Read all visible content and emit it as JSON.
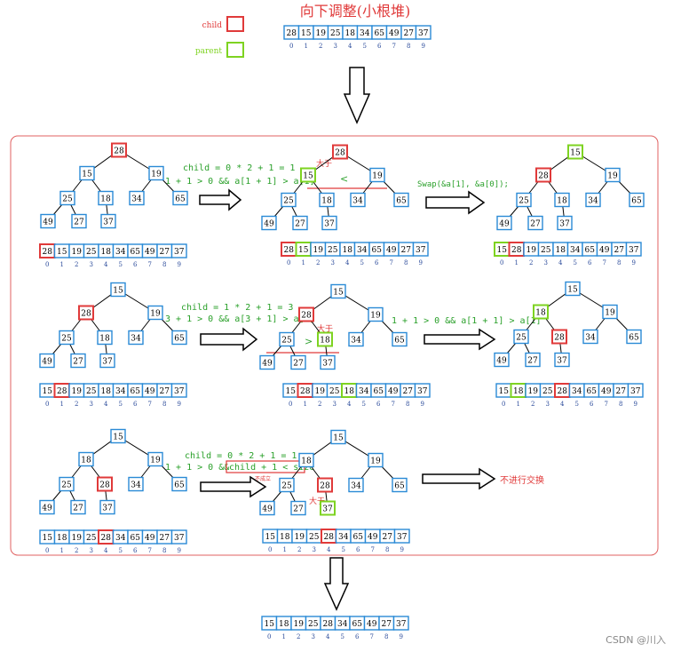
{
  "title": "向下调整(小根堆)",
  "legend": {
    "child": "child",
    "parent": "parent"
  },
  "indices": [
    "0",
    "1",
    "2",
    "3",
    "4",
    "5",
    "6",
    "7",
    "8",
    "9"
  ],
  "top_array": [
    "28",
    "15",
    "19",
    "25",
    "18",
    "34",
    "65",
    "49",
    "27",
    "37"
  ],
  "bottom_array": [
    "15",
    "18",
    "19",
    "25",
    "28",
    "34",
    "65",
    "49",
    "27",
    "37"
  ],
  "panels": [
    {
      "tree": [
        "28",
        "15",
        "19",
        "25",
        "18",
        "34",
        "65",
        "49",
        "27",
        "37"
      ],
      "array": [
        "28",
        "15",
        "19",
        "25",
        "18",
        "34",
        "65",
        "49",
        "27",
        "37"
      ]
    },
    {
      "tree": [
        "28",
        "15",
        "19",
        "25",
        "18",
        "34",
        "65",
        "49",
        "27",
        "37"
      ],
      "array": [
        "28",
        "15",
        "19",
        "25",
        "18",
        "34",
        "65",
        "49",
        "27",
        "37"
      ]
    },
    {
      "tree": [
        "15",
        "28",
        "19",
        "25",
        "18",
        "34",
        "65",
        "49",
        "27",
        "37"
      ],
      "array": [
        "15",
        "28",
        "19",
        "25",
        "18",
        "34",
        "65",
        "49",
        "27",
        "37"
      ]
    },
    {
      "tree": [
        "15",
        "28",
        "19",
        "25",
        "18",
        "34",
        "65",
        "49",
        "27",
        "37"
      ],
      "array": [
        "15",
        "28",
        "19",
        "25",
        "18",
        "34",
        "65",
        "49",
        "27",
        "37"
      ]
    },
    {
      "tree": [
        "15",
        "28",
        "19",
        "25",
        "18",
        "34",
        "65",
        "49",
        "27",
        "37"
      ],
      "array": [
        "15",
        "28",
        "19",
        "25",
        "18",
        "34",
        "65",
        "49",
        "27",
        "37"
      ]
    },
    {
      "tree": [
        "15",
        "18",
        "19",
        "25",
        "28",
        "34",
        "65",
        "49",
        "27",
        "37"
      ],
      "array": [
        "15",
        "18",
        "19",
        "25",
        "28",
        "34",
        "65",
        "49",
        "27",
        "37"
      ]
    },
    {
      "tree": [
        "15",
        "18",
        "19",
        "25",
        "28",
        "34",
        "65",
        "49",
        "27",
        "37"
      ],
      "array": [
        "15",
        "18",
        "19",
        "25",
        "28",
        "34",
        "65",
        "49",
        "27",
        "37"
      ]
    },
    {
      "tree": [
        "15",
        "18",
        "19",
        "25",
        "28",
        "34",
        "65",
        "49",
        "27",
        "37"
      ],
      "array": [
        "15",
        "18",
        "19",
        "25",
        "28",
        "34",
        "65",
        "49",
        "27",
        "37"
      ]
    }
  ],
  "annotations": {
    "row1_formula": "child = 0 * 2 + 1 = 1",
    "row1_cond": "1 + 1 > 0 && a[1 + 1] > a[1]",
    "row1_gt": "大于",
    "row1_lt": "<",
    "row1_swap": "Swap(&a[1], &a[0]);",
    "row2_formula": "child = 1 * 2 + 1 = 3",
    "row2_cond": "3 + 1 > 0 && a[3 + 1] > a[3]",
    "row2_gt1": "大于",
    "row2_gt2": ">",
    "row2_cond2": "1 + 1 > 0 && a[1 + 1] > a[1]",
    "row3_formula": "child = 0 * 2 + 1 = 1",
    "row3_cond_pre": "1 + 1 > 0 && ",
    "row3_cond_box": "child + 1 < size",
    "row3_not_hold": "不成立",
    "row3_gt": "大于",
    "row3_no_swap": "不进行交换"
  },
  "watermark": "CSDN @川入",
  "colors": {
    "child": "#e03a3a",
    "parent": "#7ed321",
    "node": "#2a8ad6",
    "formula": "#2aa02a",
    "frame": "#e06060",
    "index": "#2a4a9a"
  }
}
